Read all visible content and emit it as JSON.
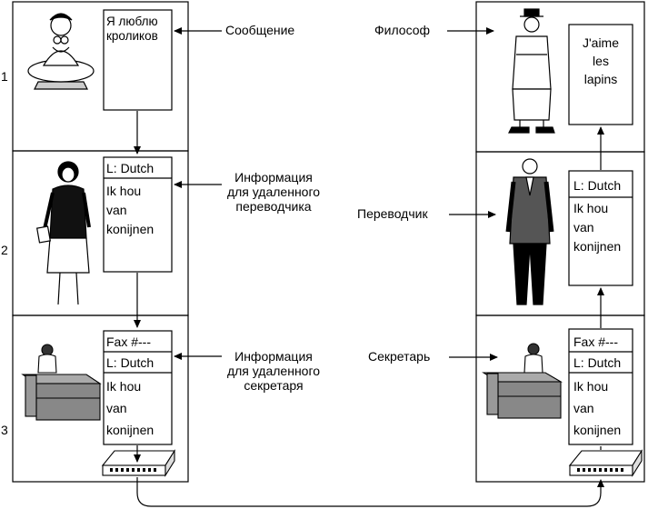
{
  "layers": [
    {
      "number": "1"
    },
    {
      "number": "2"
    },
    {
      "number": "3"
    }
  ],
  "left": {
    "message": {
      "text": "Я люблю\nкроликов"
    },
    "translator_doc": {
      "header": "L: Dutch",
      "body": "Ik hou\nvan\nkonijnen"
    },
    "secretary_doc": {
      "fax": "Fax #---",
      "header": "L: Dutch",
      "body": "Ik hou\nvan\nkonijnen"
    }
  },
  "right": {
    "message": {
      "text": "J'aime\nles\nlapins"
    },
    "translator_doc": {
      "header": "L: Dutch",
      "body": "Ik hou\nvan\nkonijnen"
    },
    "secretary_doc": {
      "fax": "Fax #---",
      "header": "L: Dutch",
      "body": "Ik hou\nvan\nkonijnen"
    }
  },
  "center_labels": {
    "message": "Сообщение",
    "translator_info": "Информация\nдля удаленного\nпереводчика",
    "secretary_info": "Информация\nдля удаленного\nсекретаря"
  },
  "right_labels": {
    "philosopher": "Философ",
    "translator": "Переводчик",
    "secretary": "Секретарь"
  }
}
